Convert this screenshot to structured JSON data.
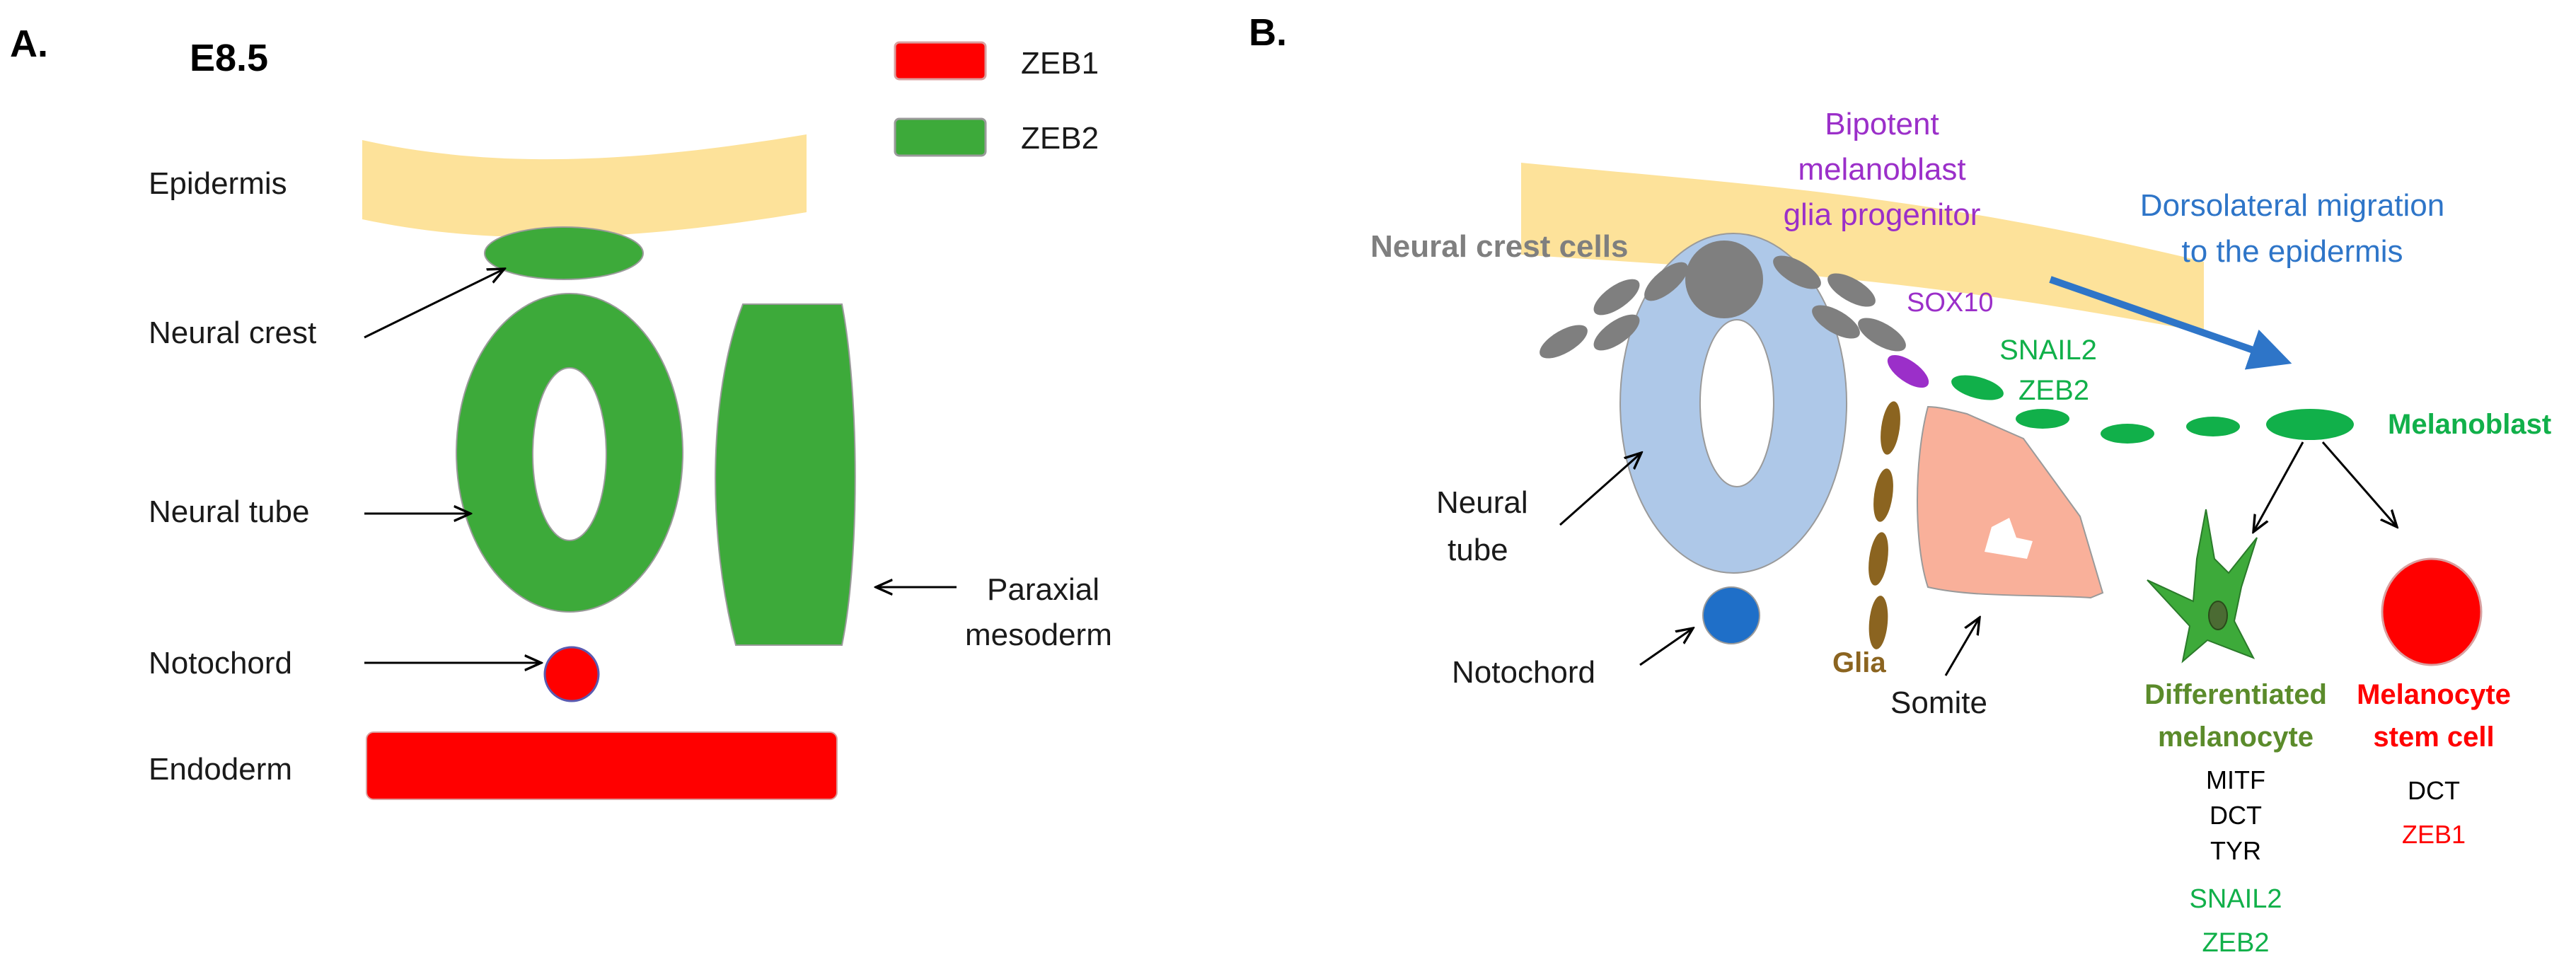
{
  "colors": {
    "zeb1_red": "#ff0000",
    "zeb2_green": "#3daa3a",
    "epidermis_yellow": "#fde29a",
    "neural_tube_blue": "#aec8e8",
    "notochord_blue": "#1f6fc8",
    "neural_crest_grey": "#7f7f7f",
    "glia_brown": "#8b6420",
    "somite_salmon": "#f9b09a",
    "sox10_purple": "#9b2fc9",
    "melanoblast_green": "#11b04a",
    "migration_blue": "#2e75c8",
    "diff_melanocyte_text": "#5b8b2b"
  },
  "panel_a": {
    "label": "A.",
    "stage": "E8.5",
    "legend": [
      {
        "name": "ZEB1",
        "color": "#ff0000"
      },
      {
        "name": "ZEB2",
        "color": "#3daa3a"
      }
    ],
    "labels": {
      "epidermis": "Epidermis",
      "neural_crest": "Neural crest",
      "neural_tube": "Neural tube",
      "notochord": "Notochord",
      "endoderm": "Endoderm",
      "paraxial_line1": "Paraxial",
      "paraxial_line2": "mesoderm"
    }
  },
  "panel_b": {
    "label": "B.",
    "labels": {
      "bipotent_line1": "Bipotent",
      "bipotent_line2": "melanoblast",
      "bipotent_line3": "glia progenitor",
      "migration_line1": "Dorsolateral migration",
      "migration_line2": "to the epidermis",
      "neural_crest_cells": "Neural crest cells",
      "sox10": "SOX10",
      "snail2": "SNAIL2",
      "zeb2": "ZEB2",
      "melanoblast": "Melanoblast",
      "neural_tube_line1": "Neural",
      "neural_tube_line2": "tube",
      "notochord": "Notochord",
      "glia": "Glia",
      "somite": "Somite",
      "diff_line1": "Differentiated",
      "diff_line2": "melanocyte",
      "diff_markers": [
        "MITF",
        "DCT",
        "TYR"
      ],
      "diff_markers_green": [
        "SNAIL2",
        "ZEB2"
      ],
      "stem_line1": "Melanocyte",
      "stem_line2": "stem cell",
      "stem_marker_black": "DCT",
      "stem_marker_red": "ZEB1"
    }
  }
}
